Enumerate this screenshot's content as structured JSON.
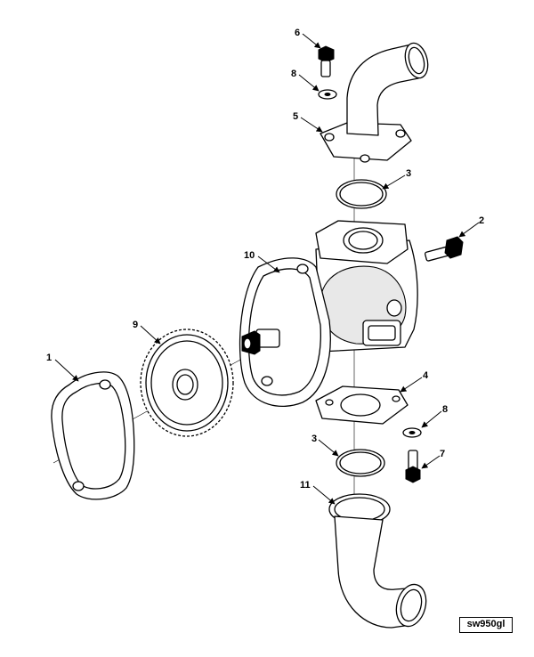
{
  "callouts": [
    {
      "id": "1",
      "label": "1"
    },
    {
      "id": "2",
      "label": "2"
    },
    {
      "id": "3a",
      "label": "3"
    },
    {
      "id": "3b",
      "label": "3"
    },
    {
      "id": "4",
      "label": "4"
    },
    {
      "id": "5",
      "label": "5"
    },
    {
      "id": "6",
      "label": "6"
    },
    {
      "id": "7",
      "label": "7"
    },
    {
      "id": "8a",
      "label": "8"
    },
    {
      "id": "8b",
      "label": "8"
    },
    {
      "id": "9",
      "label": "9"
    },
    {
      "id": "10",
      "label": "10"
    },
    {
      "id": "11",
      "label": "11"
    }
  ],
  "figure_code": "sw950gl"
}
